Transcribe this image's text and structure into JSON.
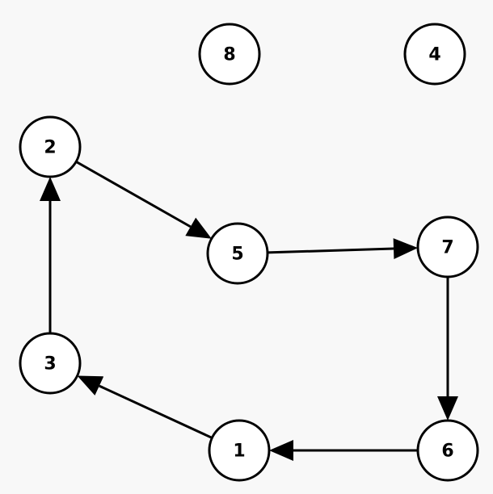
{
  "graph": {
    "directed": true,
    "nodes": [
      {
        "id": "8",
        "label": "8"
      },
      {
        "id": "4",
        "label": "4"
      },
      {
        "id": "2",
        "label": "2"
      },
      {
        "id": "5",
        "label": "5"
      },
      {
        "id": "7",
        "label": "7"
      },
      {
        "id": "3",
        "label": "3"
      },
      {
        "id": "1",
        "label": "1"
      },
      {
        "id": "6",
        "label": "6"
      }
    ],
    "edges": [
      {
        "from": "2",
        "to": "5"
      },
      {
        "from": "5",
        "to": "7"
      },
      {
        "from": "7",
        "to": "6"
      },
      {
        "from": "6",
        "to": "1"
      },
      {
        "from": "1",
        "to": "3"
      },
      {
        "from": "3",
        "to": "2"
      }
    ]
  },
  "colors": {
    "background": "#f8f8f8",
    "node_fill": "#ffffff",
    "stroke": "#000000"
  }
}
